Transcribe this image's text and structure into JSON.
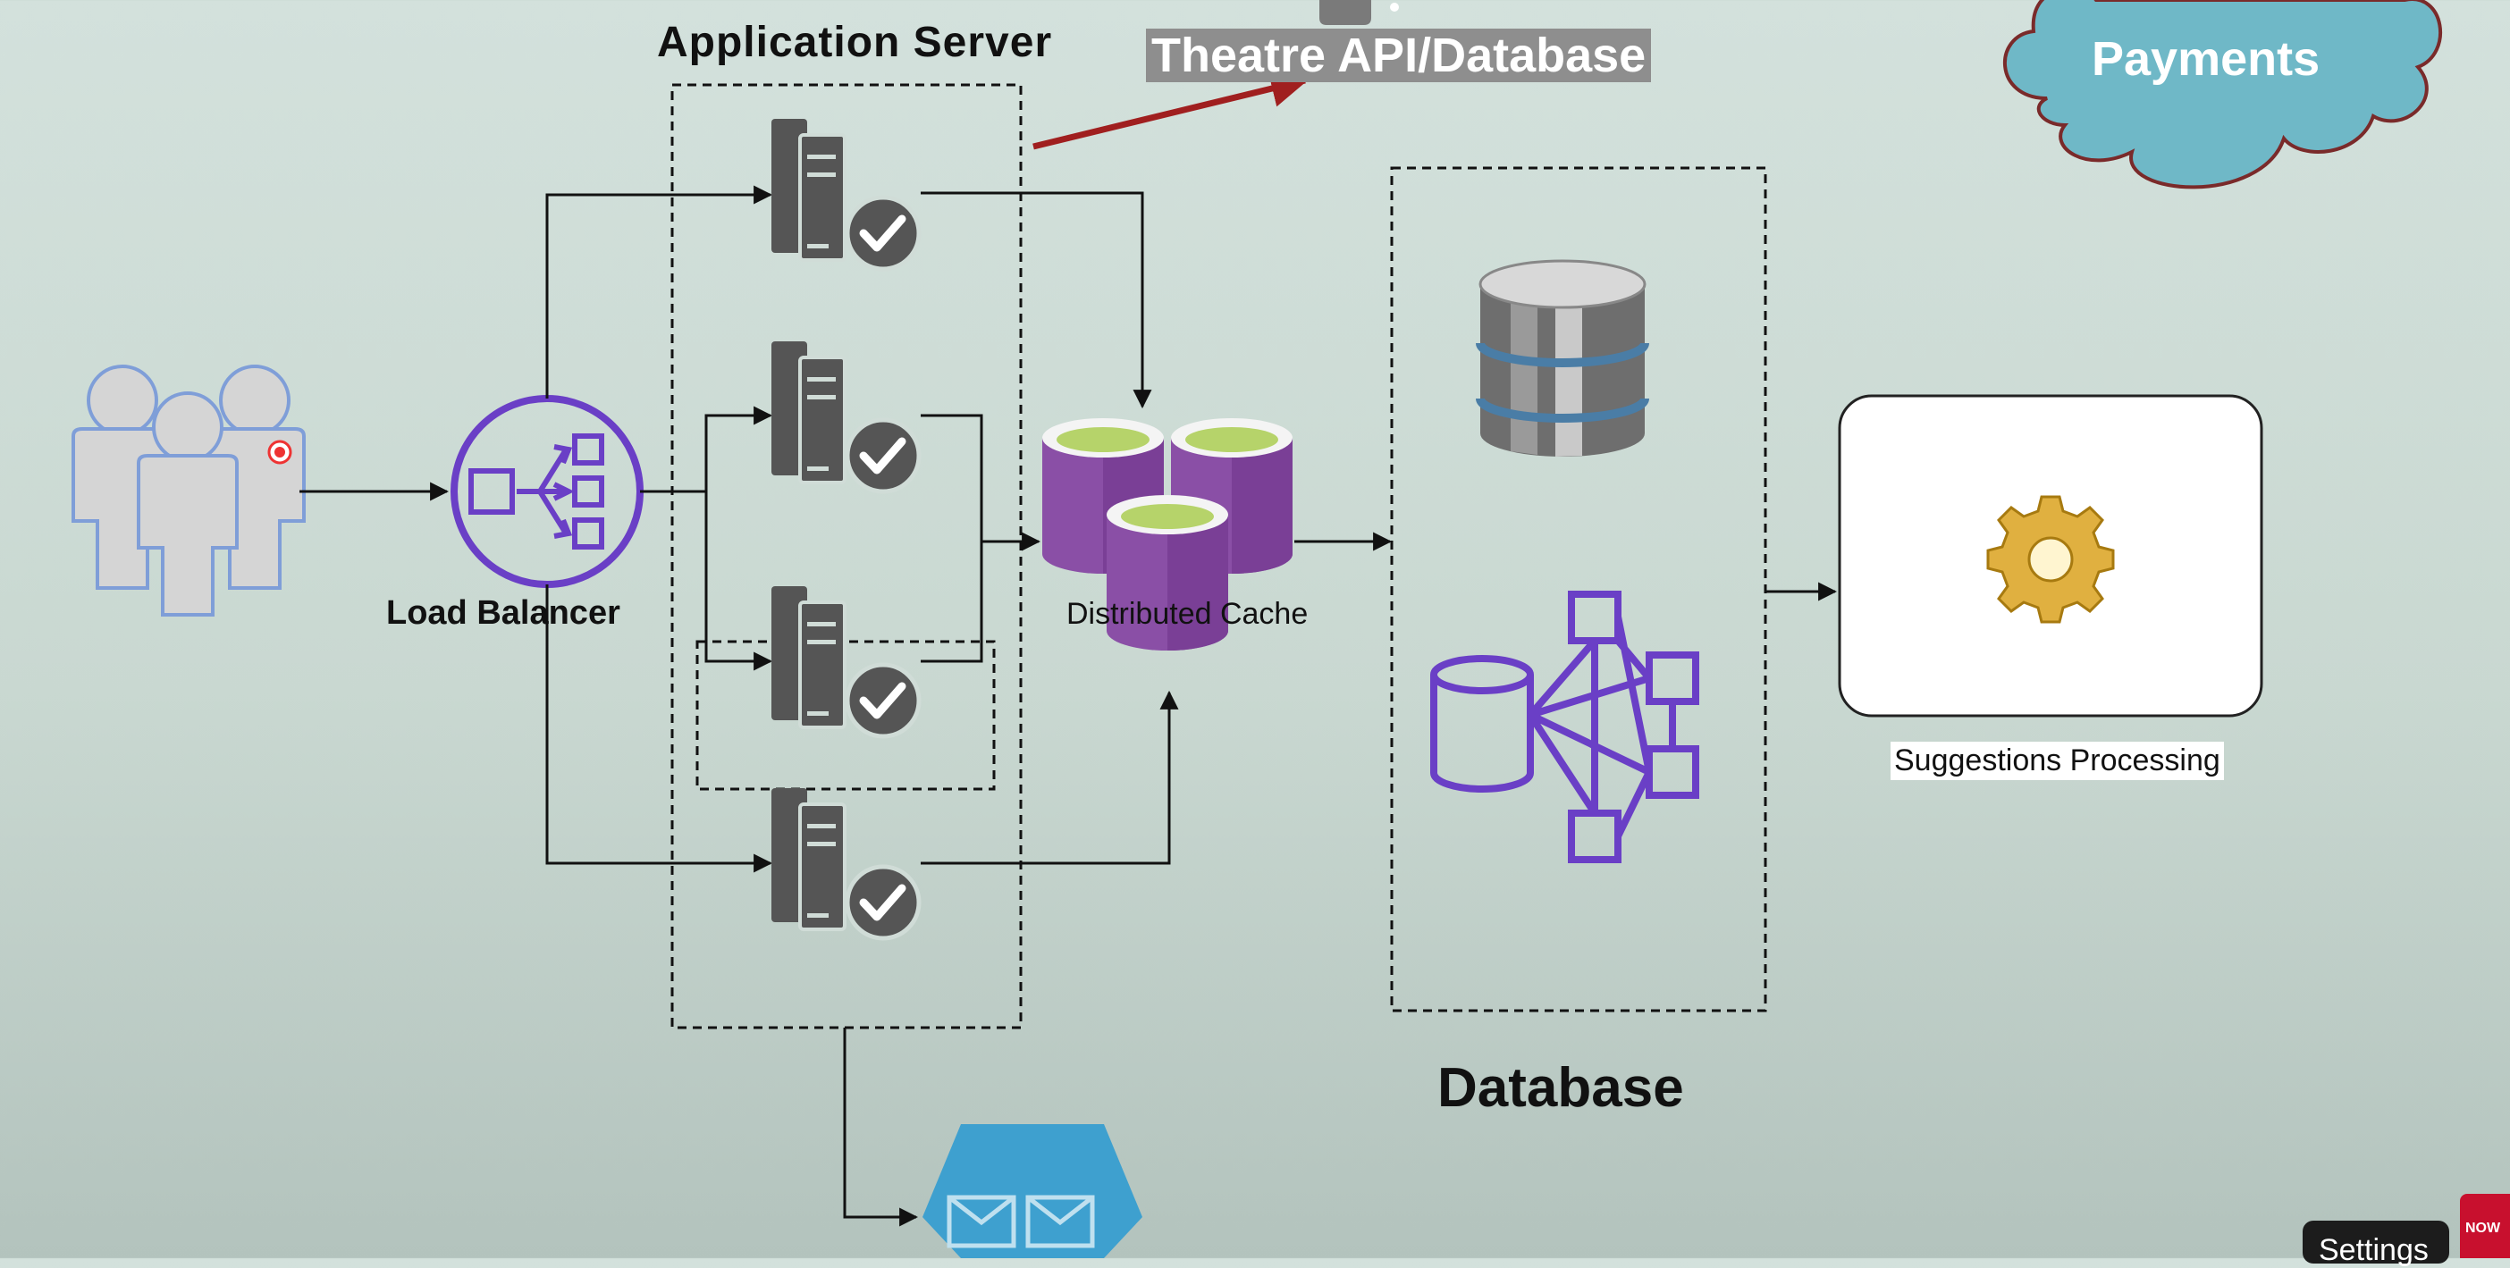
{
  "labels": {
    "application_server": "Application Server",
    "theatre_api": "Theatre API/Database",
    "payments": "Payments",
    "load_balancer": "Load Balancer",
    "distributed_cache": "Distributed Cache",
    "database": "Database",
    "suggestions_processing": "Suggestions Processing"
  },
  "player": {
    "settings_label": "Settings",
    "subscribe_label": "NOW"
  },
  "colors": {
    "purple": "#6a3fc6",
    "server_gray": "#555555",
    "cache_purple": "#8a4fa6",
    "cache_top": "#b6d36a",
    "cloud": "#6fb8c7",
    "queue_blue": "#3ea0cf",
    "red_arrow": "#a01f1f"
  },
  "icons": [
    "users-icon",
    "load-balancer-icon",
    "server-icon",
    "cache-icon",
    "database-cylinder-icon",
    "graph-database-icon",
    "gear-icon",
    "cloud-icon",
    "queue-icon"
  ]
}
